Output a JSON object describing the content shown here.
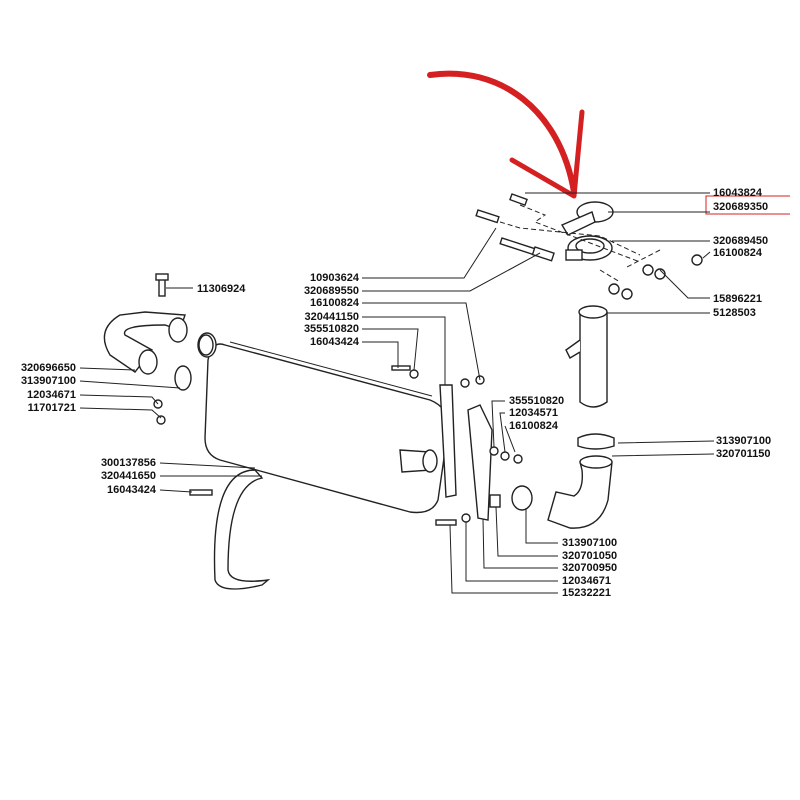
{
  "diagram": {
    "highlight_color": "#d42020",
    "highlighted_part": "320689350",
    "labels_top_right": [
      "16043824",
      "320689350",
      "320689450",
      "16100824",
      "15896221",
      "5128503"
    ],
    "labels_center_left": [
      "10903624",
      "320689550",
      "16100824",
      "320441150",
      "355510820",
      "16043424"
    ],
    "label_bolt_top": "11306924",
    "labels_left": [
      "320696650",
      "313907100",
      "12034671",
      "11701721"
    ],
    "labels_bottom_left": [
      "300137856",
      "320441650",
      "16043424"
    ],
    "labels_center_right": [
      "355510820",
      "12034571",
      "16100824"
    ],
    "labels_right_lower": [
      "313907100",
      "320701150"
    ],
    "labels_bottom": [
      "313907100",
      "320701050",
      "320700950",
      "12034671",
      "15232221"
    ]
  }
}
